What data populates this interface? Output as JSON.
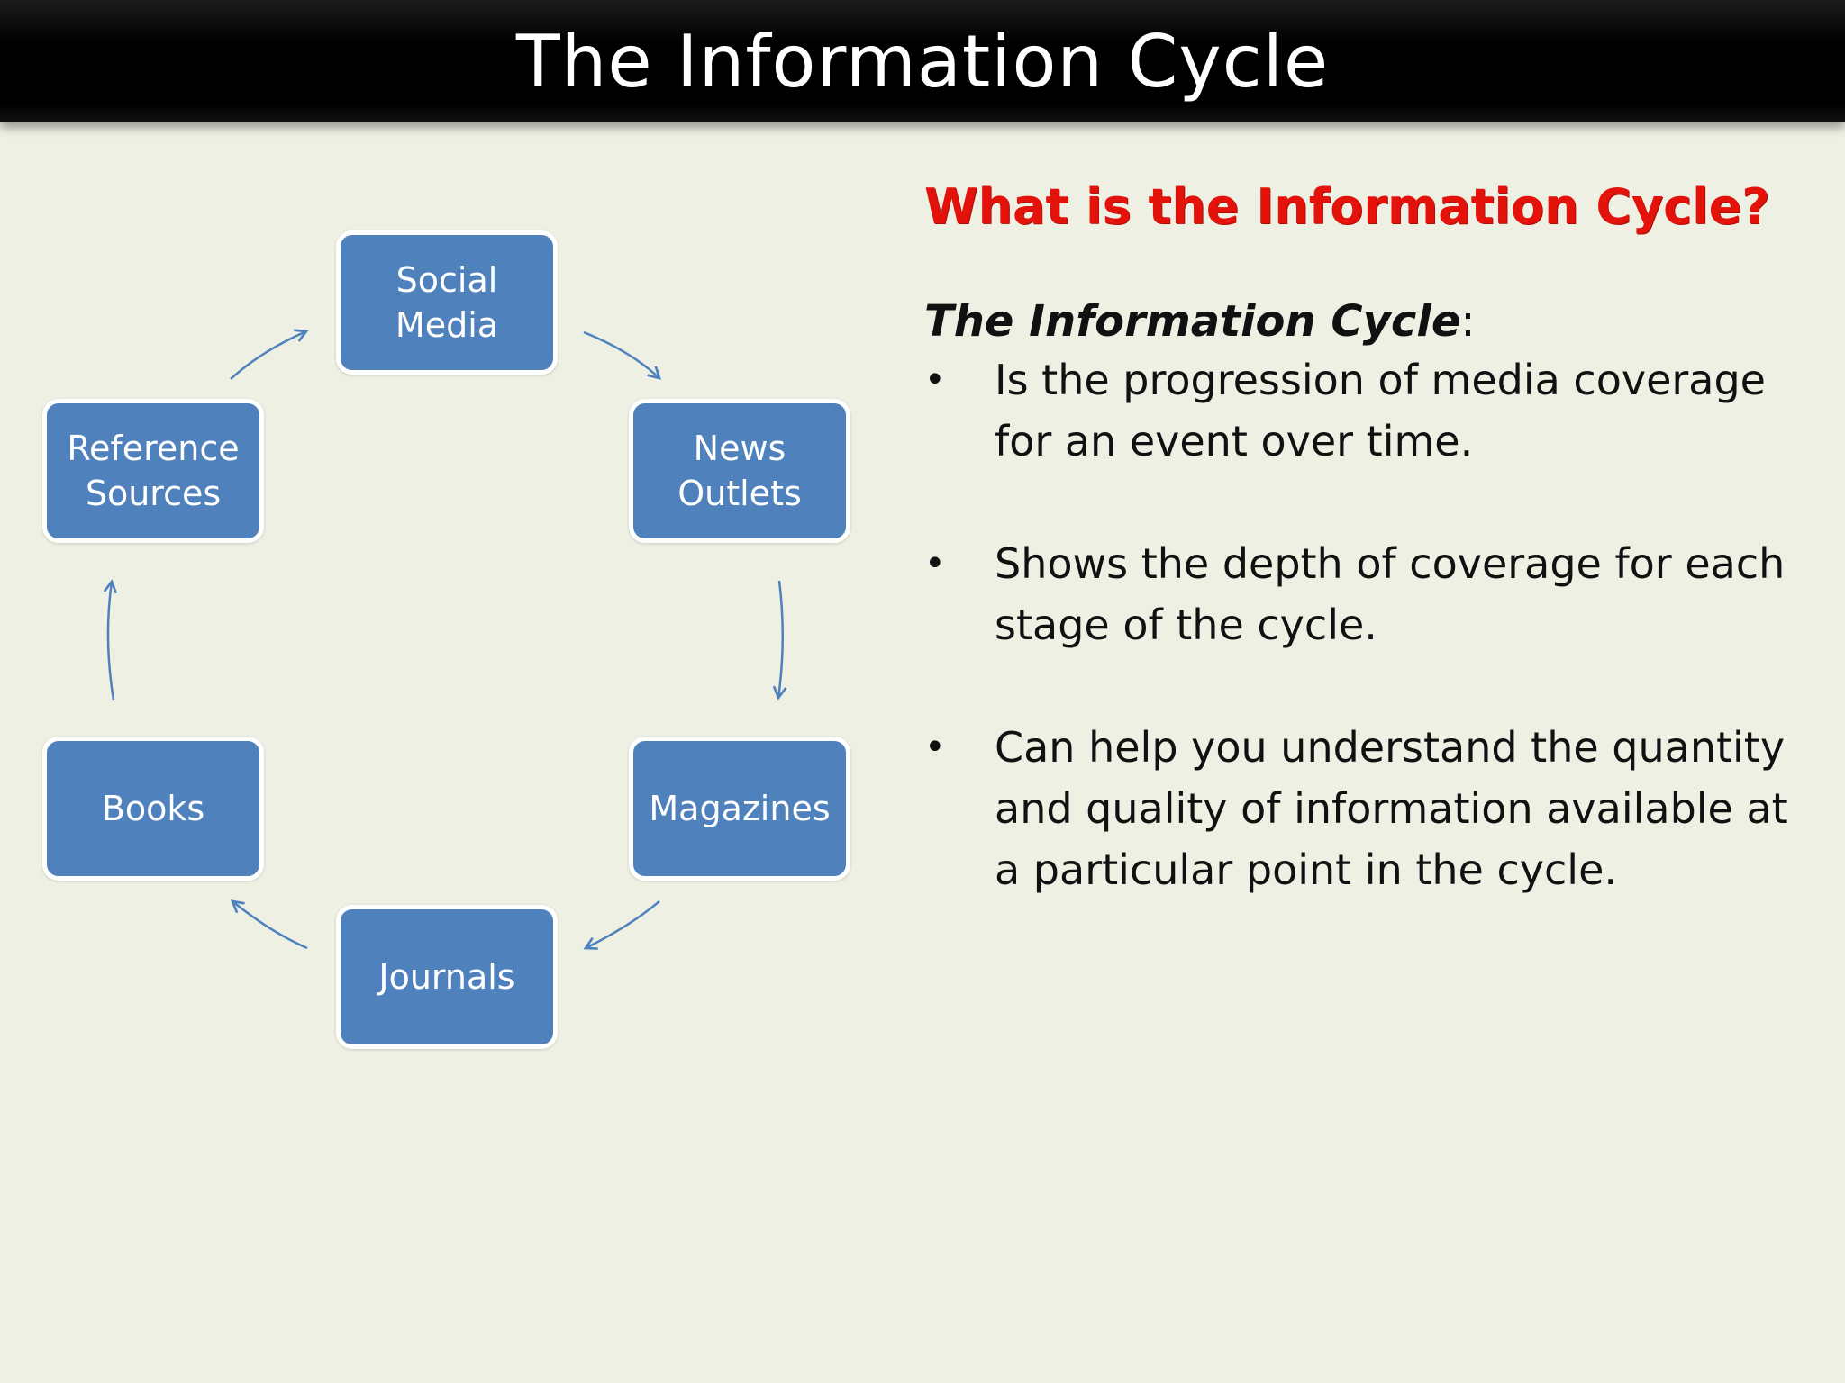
{
  "slide": {
    "title": "The Information Cycle"
  },
  "diagram": {
    "nodes": [
      {
        "id": "social-media",
        "label": "Social\nMedia"
      },
      {
        "id": "news-outlets",
        "label": "News\nOutlets"
      },
      {
        "id": "magazines",
        "label": "Magazines"
      },
      {
        "id": "journals",
        "label": "Journals"
      },
      {
        "id": "books",
        "label": "Books"
      },
      {
        "id": "reference-sources",
        "label": "Reference\nSources"
      }
    ],
    "box_color": "#4f81bd",
    "arrow_color": "#4f81bd"
  },
  "content": {
    "question": "What is the Information Cycle?",
    "definition_term": "The Information Cycle",
    "definition_colon": ":",
    "bullet_symbol": "•",
    "bullets": [
      "Is the progression of  media coverage for an event over time.",
      "Shows the depth of coverage for each stage of the cycle.",
      "Can help you understand the quantity and quality of information available at a particular point in the cycle."
    ],
    "question_color": "#e3120b"
  }
}
